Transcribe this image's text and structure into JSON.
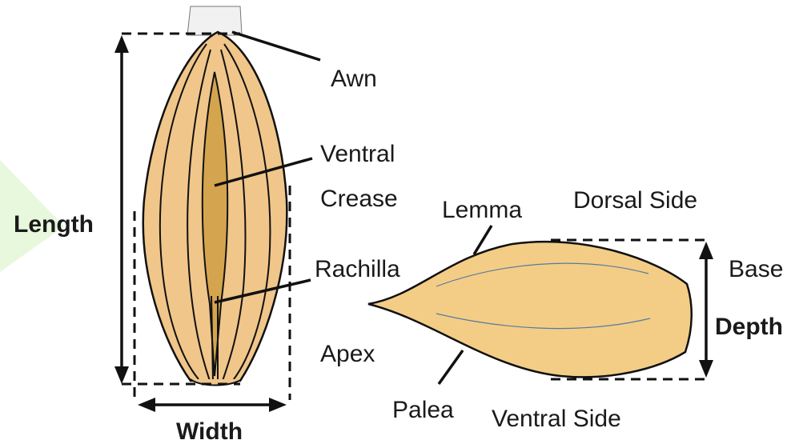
{
  "labels": {
    "awn": "Awn",
    "ventral_crease_line1": "Ventral",
    "ventral_crease_line2": "Crease",
    "rachilla": "Rachilla",
    "apex": "Apex",
    "length": "Length",
    "width": "Width",
    "lemma": "Lemma",
    "dorsal_side": "Dorsal Side",
    "base": "Base",
    "depth": "Depth",
    "palea": "Palea",
    "ventral_side": "Ventral Side"
  },
  "colors": {
    "grain_fill": "#f0c68a",
    "crease_fill": "#d4a54e",
    "outline": "#111111",
    "side_grain_fill": "#f3cd86",
    "background_accent": "#e8f8dc"
  },
  "icons": [
    "grain-front-view",
    "grain-side-view",
    "awn-bristles"
  ]
}
